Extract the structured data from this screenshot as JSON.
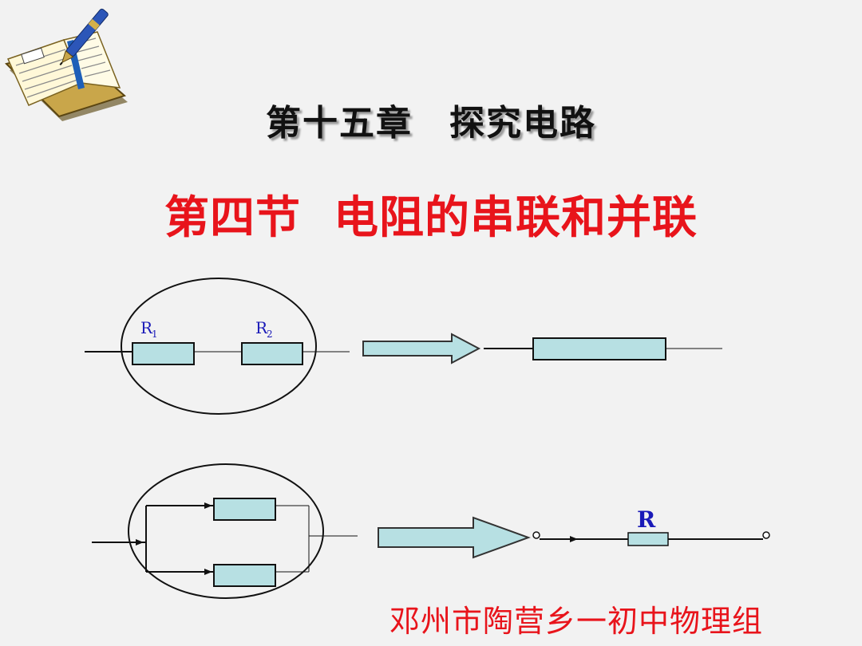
{
  "slide": {
    "chapter_title": "第十五章　探究电路",
    "section_title": "第四节  电阻的串联和并联",
    "footer": "邓州市陶营乡一初中物理组"
  },
  "series_diagram": {
    "r1_label": "R",
    "r1_sub": "1",
    "r2_label": "R",
    "r2_sub": "2"
  },
  "parallel_diagram": {
    "r_label": "R"
  },
  "colors": {
    "background": "#f2f2f2",
    "title_red": "#e8141b",
    "resistor_fill": "#b7e0e3",
    "label_blue": "#1a1ab8"
  }
}
